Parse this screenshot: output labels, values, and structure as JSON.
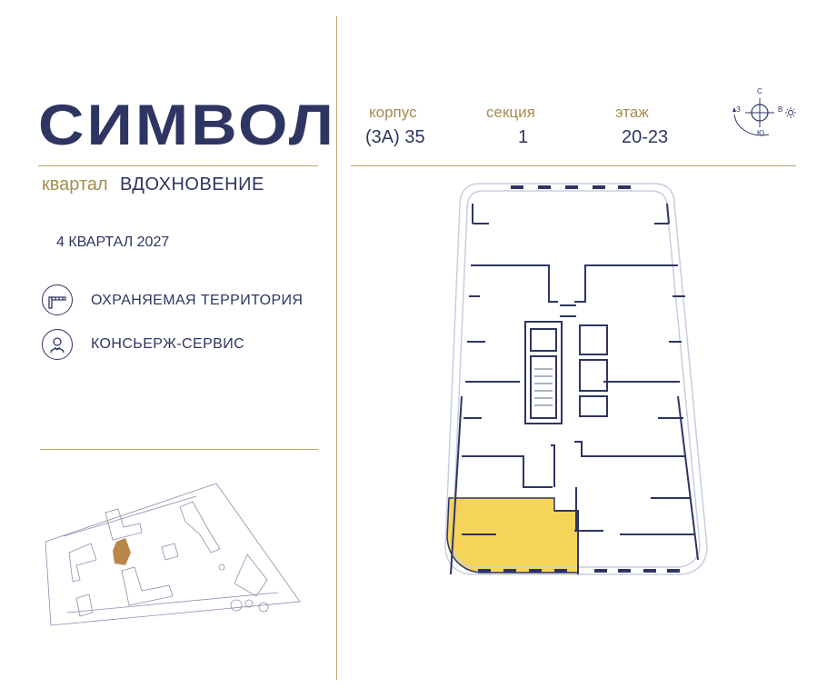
{
  "brand": {
    "logo": "СИМВОЛ"
  },
  "district": {
    "label": "квартал",
    "name": "ВДОХНОВЕНИЕ"
  },
  "completion": "4 КВАРТАЛ 2027",
  "features": [
    {
      "icon": "barrier-gate-icon",
      "label": "ОХРАНЯЕМАЯ ТЕРРИТОРИЯ"
    },
    {
      "icon": "concierge-icon",
      "label": "КОНСЬЕРЖ-СЕРВИС"
    }
  ],
  "info": {
    "building": {
      "label": "корпус",
      "value": "(3А) 35"
    },
    "section": {
      "label": "секция",
      "value": "1"
    },
    "floor": {
      "label": "этаж",
      "value": "20-23"
    }
  },
  "compass": {
    "north": "С",
    "east": "В",
    "west": "З",
    "south": "Ю"
  },
  "colors": {
    "brand_navy": "#2e3563",
    "gold_accent": "#b7a56a",
    "highlight_apartment": "#f6d45a",
    "site_highlight": "#b9874a"
  }
}
